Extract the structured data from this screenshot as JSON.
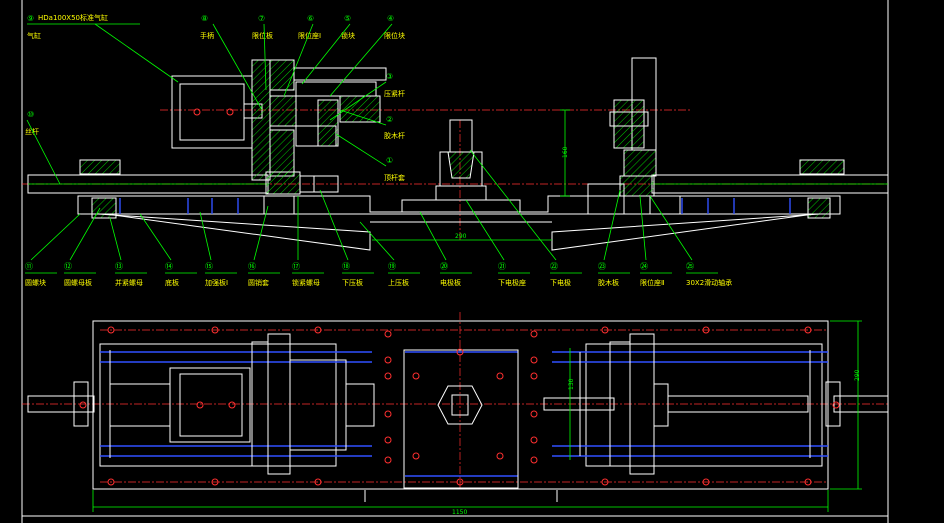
{
  "drawing": {
    "colors": {
      "background": "#000000",
      "outline": "#ffffff",
      "leader": "#00ff00",
      "label": "#ffff00",
      "centerline": "#ff3030",
      "hidden": "#3050ff"
    },
    "top_callouts": [
      {
        "num": "⑨",
        "text": "HDa100X50标准气缸"
      },
      {
        "num": "",
        "text": "气缸"
      },
      {
        "num": "⑧",
        "text": "手柄"
      },
      {
        "num": "⑦",
        "text": "限位板"
      },
      {
        "num": "⑥",
        "text": "限位座Ⅰ"
      },
      {
        "num": "⑤",
        "text": "锁块"
      },
      {
        "num": "④",
        "text": "限位块"
      }
    ],
    "right_callouts": [
      {
        "num": "③",
        "text": "压紧杆"
      },
      {
        "num": "②",
        "text": "胶木杆"
      },
      {
        "num": "①",
        "text": "顶杆套"
      }
    ],
    "left_callout": {
      "num": "⑩",
      "text": "丝杆"
    },
    "bottom_callouts": [
      {
        "num": "⑪",
        "text": "圆螺块"
      },
      {
        "num": "⑫",
        "text": "圆螺母板"
      },
      {
        "num": "⑬",
        "text": "并紧螺母"
      },
      {
        "num": "⑭",
        "text": "底板"
      },
      {
        "num": "⑮",
        "text": "加强板Ⅰ"
      },
      {
        "num": "⑯",
        "text": "圆销套"
      },
      {
        "num": "⑰",
        "text": "锁紧螺母"
      },
      {
        "num": "⑱",
        "text": "下压板"
      },
      {
        "num": "⑲",
        "text": "上压板"
      },
      {
        "num": "⑳",
        "text": "电极板"
      },
      {
        "num": "㉑",
        "text": "下电极座"
      },
      {
        "num": "㉒",
        "text": "下电极"
      },
      {
        "num": "㉓",
        "text": "胶木板"
      },
      {
        "num": "㉔",
        "text": "限位座Ⅱ"
      },
      {
        "num": "㉕",
        "text": "30X2滑动轴承"
      }
    ],
    "dimensions": {
      "height_top": "160",
      "width_mid": "290",
      "plan_inner": "130",
      "plan_height": "290",
      "overall_length": "1150"
    }
  }
}
